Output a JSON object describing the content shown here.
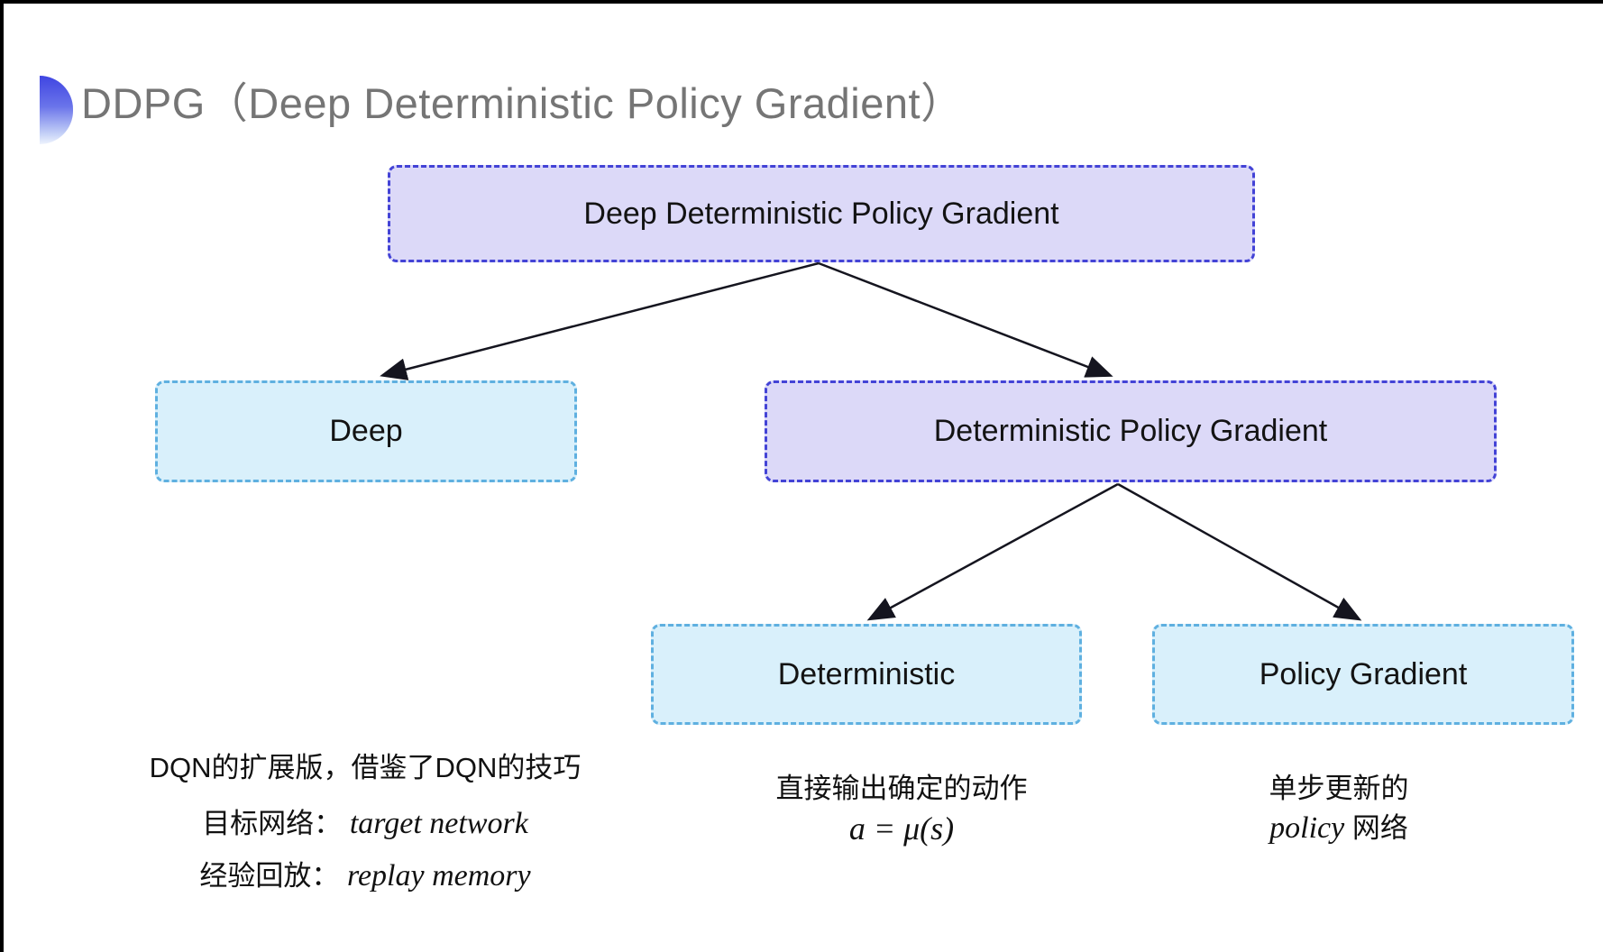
{
  "page": {
    "title": "DDPG（Deep Deterministic Policy Gradient）"
  },
  "tree": {
    "root": {
      "label": "Deep Deterministic Policy Gradient"
    },
    "deep": {
      "label": "Deep"
    },
    "dpg": {
      "label": "Deterministic Policy Gradient"
    },
    "deterministic": {
      "label": "Deterministic"
    },
    "policy_gradient": {
      "label": "Policy Gradient"
    }
  },
  "notes": {
    "deep": {
      "line1": "DQN的扩展版，借鉴了DQN的技巧",
      "line2_label": "目标网络：",
      "line2_value": "target network",
      "line3_label": "经验回放：",
      "line3_value": "replay memory"
    },
    "deterministic": {
      "line1": "直接输出确定的动作",
      "formula": "a = μ(s)"
    },
    "policy_gradient": {
      "line1": "单步更新的",
      "line2_italic": "policy",
      "line2_rest": "网络"
    }
  },
  "colors": {
    "lavender_fill": "#dcd9f8",
    "lavender_border": "#4343d6",
    "cyan_fill": "#d9f0fb",
    "cyan_border": "#5fb0e0",
    "title_gray": "#757575",
    "arrow": "#15151f",
    "bullet_gradient_top": "#3f45e2",
    "bullet_gradient_bottom": "#eef3fd"
  }
}
